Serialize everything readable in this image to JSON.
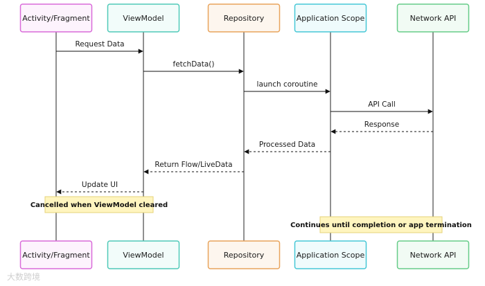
{
  "participants": [
    {
      "label": "Activity/Fragment",
      "border": "#d96bd9",
      "fill": "#fdf3fd"
    },
    {
      "label": "ViewModel",
      "border": "#4fc9b8",
      "fill": "#f2fcfa"
    },
    {
      "label": "Repository",
      "border": "#e8a45c",
      "fill": "#fdf6ee"
    },
    {
      "label": "Application Scope",
      "border": "#46c7d6",
      "fill": "#effbfc"
    },
    {
      "label": "Network API",
      "border": "#66cc88",
      "fill": "#f1fbf4"
    }
  ],
  "messages": [
    {
      "label": "Request Data",
      "from": 0,
      "to": 1,
      "style": "solid"
    },
    {
      "label": "fetchData()",
      "from": 1,
      "to": 2,
      "style": "solid"
    },
    {
      "label": "launch coroutine",
      "from": 2,
      "to": 3,
      "style": "solid"
    },
    {
      "label": "API Call",
      "from": 3,
      "to": 4,
      "style": "solid"
    },
    {
      "label": "Response",
      "from": 4,
      "to": 3,
      "style": "dashed"
    },
    {
      "label": "Processed Data",
      "from": 3,
      "to": 2,
      "style": "dashed"
    },
    {
      "label": "Return Flow/LiveData",
      "from": 2,
      "to": 1,
      "style": "dashed"
    },
    {
      "label": "Update UI",
      "from": 1,
      "to": 0,
      "style": "dashed"
    }
  ],
  "notes": [
    {
      "label": "Cancelled when ViewModel cleared",
      "fill": "#fff5bf",
      "border": "#e6d27a"
    },
    {
      "label": "Continues until completion or app termination",
      "fill": "#fff5bf",
      "border": "#e6d27a"
    }
  ],
  "watermark": "大数跨境"
}
